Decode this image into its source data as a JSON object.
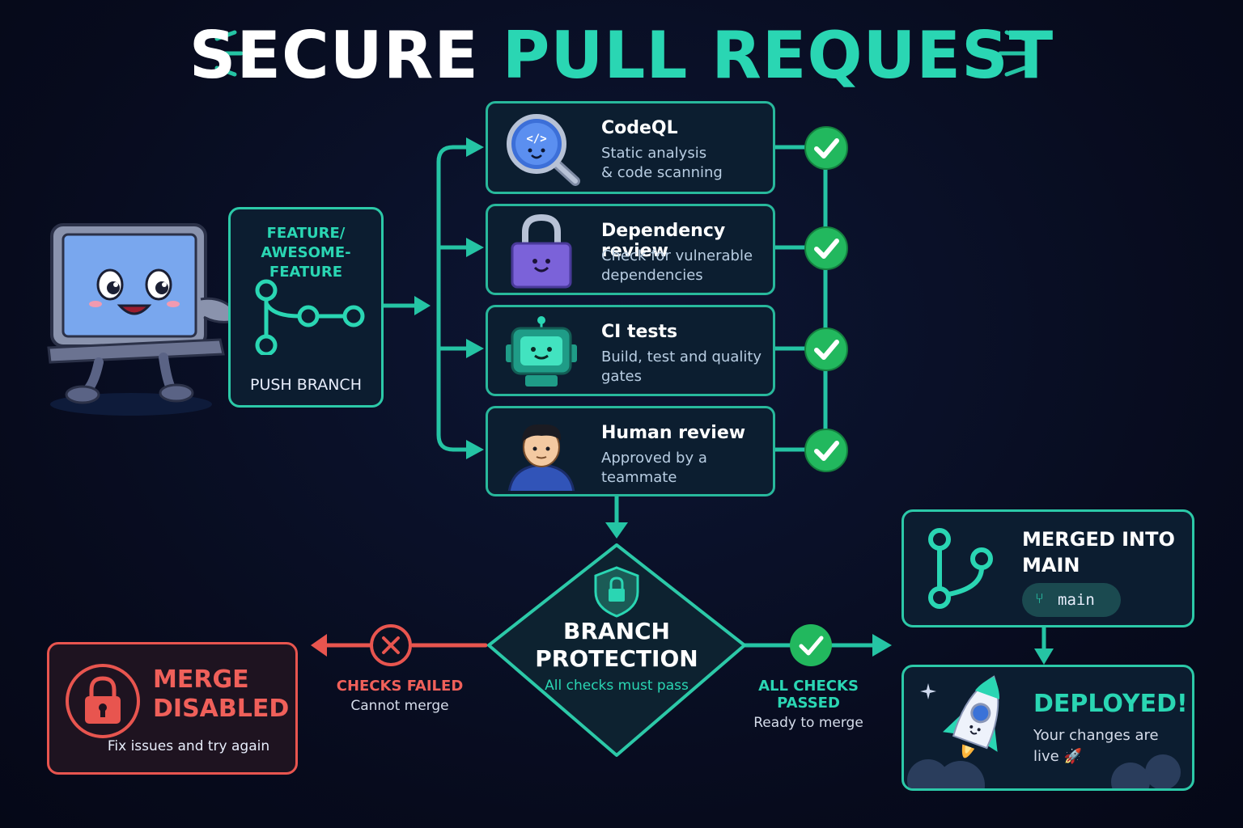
{
  "title": {
    "part1": "SECURE",
    "part2": "PULL REQUEST"
  },
  "branch": {
    "name_line1": "FEATURE/",
    "name_line2": "AWESOME-FEATURE",
    "caption": "PUSH BRANCH"
  },
  "checks": [
    {
      "title": "CodeQL",
      "desc_line1": "Static analysis",
      "desc_line2": "& code scanning"
    },
    {
      "title": "Dependency review",
      "desc_line1": "Check for vulnerable",
      "desc_line2": "dependencies"
    },
    {
      "title": "CI tests",
      "desc_line1": "Build, test and quality",
      "desc_line2": "gates"
    },
    {
      "title": "Human review",
      "desc_line1": "Approved by a",
      "desc_line2": "teammate"
    }
  ],
  "protection": {
    "line1": "BRANCH",
    "line2": "PROTECTION",
    "subtitle": "All checks must pass"
  },
  "failed": {
    "label": "CHECKS FAILED",
    "sub": "Cannot merge"
  },
  "passed": {
    "label": "ALL CHECKS PASSED",
    "sub": "Ready to merge"
  },
  "merge_disabled": {
    "line1": "MERGE",
    "line2": "DISABLED",
    "sub": "Fix issues and try again"
  },
  "merged": {
    "line1": "MERGED INTO",
    "line2": "MAIN",
    "branch_chip": "main"
  },
  "deployed": {
    "title": "DEPLOYED!",
    "sub_line1": "Your changes are",
    "sub_line2": "live 🚀"
  },
  "colors": {
    "accent": "#2ad6b3",
    "success": "#22c55e",
    "danger": "#f0605a",
    "background": "#070b1d"
  }
}
